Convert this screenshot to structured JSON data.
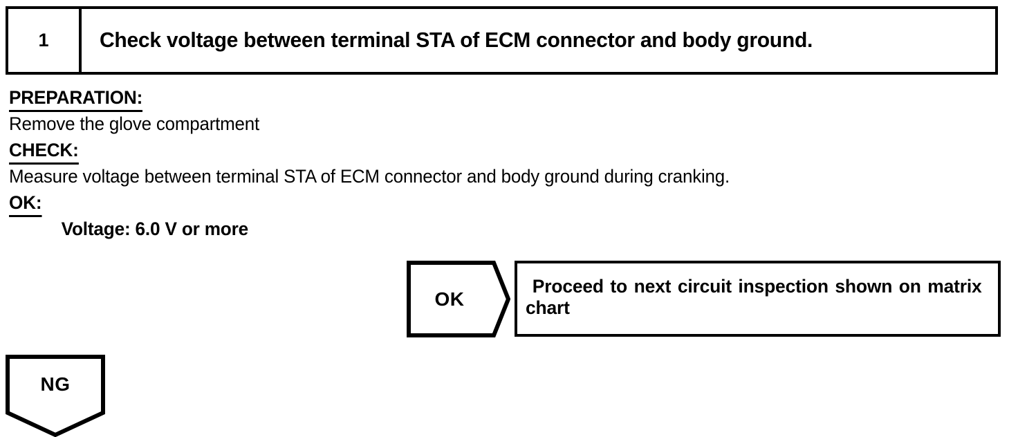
{
  "step": {
    "number": "1",
    "title": "Check voltage between terminal STA of ECM connector and body ground."
  },
  "sections": [
    {
      "label": "PREPARATION:",
      "text": "Remove the glove compartment"
    },
    {
      "label": "CHECK:",
      "text": "Measure voltage between terminal STA of ECM connector and body ground during cranking."
    },
    {
      "label": "OK:",
      "text": "Voltage: 6.0 V or more"
    }
  ],
  "branches": {
    "ok": {
      "flag_label": "OK",
      "result_text": "Proceed to next circuit inspection shown on matrix chart"
    },
    "ng": {
      "flag_label": "NG"
    }
  },
  "colors": {
    "ink": "#000000",
    "paper": "#ffffff"
  }
}
